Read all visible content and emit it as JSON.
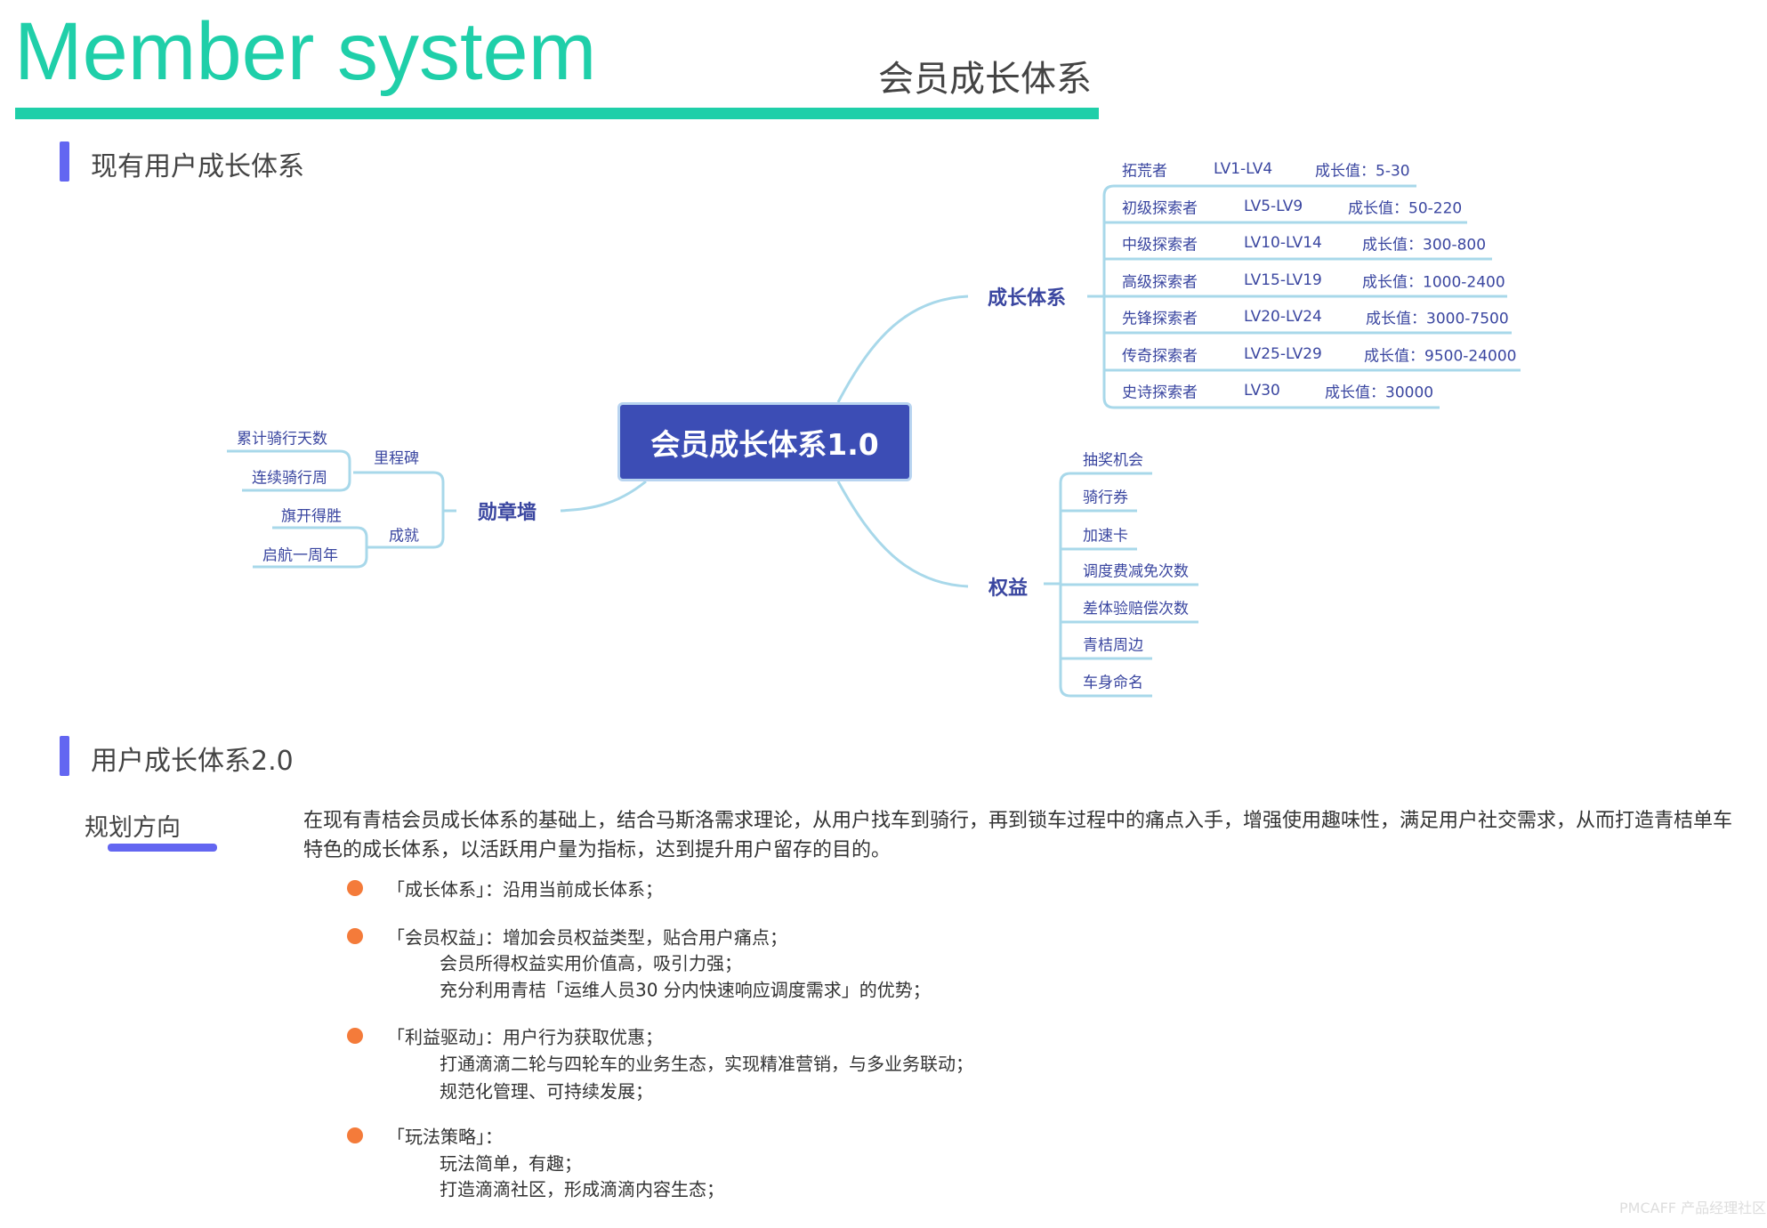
{
  "header": {
    "title": "Member system",
    "subtitle": "会员成长体系"
  },
  "section1": {
    "title": "现有用户成长体系"
  },
  "mindmap": {
    "center": "会员成长体系1.0",
    "growth": {
      "label": "成长体系",
      "levels": [
        {
          "name": "拓荒者",
          "range": "LV1-LV4",
          "value": "成长值：5-30"
        },
        {
          "name": "初级探索者",
          "range": "LV5-LV9",
          "value": "成长值：50-220"
        },
        {
          "name": "中级探索者",
          "range": "LV10-LV14",
          "value": "成长值：300-800"
        },
        {
          "name": "高级探索者",
          "range": "LV15-LV19",
          "value": "成长值：1000-2400"
        },
        {
          "name": "先锋探索者",
          "range": "LV20-LV24",
          "value": "成长值：3000-7500"
        },
        {
          "name": "传奇探索者",
          "range": "LV25-LV29",
          "value": "成长值：9500-24000"
        },
        {
          "name": "史诗探索者",
          "range": "LV30",
          "value": "成长值：30000"
        }
      ]
    },
    "rights": {
      "label": "权益",
      "items": [
        "抽奖机会",
        "骑行券",
        "加速卡",
        "调度费减免次数",
        "差体验赔偿次数",
        "青桔周边",
        "车身命名"
      ]
    },
    "medals": {
      "label": "勋章墙",
      "groups": [
        {
          "label": "里程碑",
          "items": [
            "累计骑行天数",
            "连续骑行周"
          ]
        },
        {
          "label": "成就",
          "items": [
            "旗开得胜",
            "启航一周年"
          ]
        }
      ]
    }
  },
  "section2": {
    "title": "用户成长体系2.0",
    "plan_label": "规划方向",
    "paragraph": "在现有青桔会员成长体系的基础上，结合马斯洛需求理论，从用户找车到骑行，再到锁车过程中的痛点入手，增强使用趣味性，满足用户社交需求，从而打造青桔单车特色的成长体系，以活跃用户量为指标，达到提升用户留存的目的。",
    "bullets": [
      {
        "head": "「成长体系」：沿用当前成长体系；",
        "subs": []
      },
      {
        "head": "「会员权益」：增加会员权益类型，贴合用户痛点；",
        "subs": [
          "会员所得权益实用价值高，吸引力强；",
          "充分利用青桔「运维人员30 分内快速响应调度需求」的优势；"
        ]
      },
      {
        "head": "「利益驱动」：用户行为获取优惠；",
        "subs": [
          "打通滴滴二轮与四轮车的业务生态，实现精准营销，与多业务联动；",
          "规范化管理、可持续发展；"
        ]
      },
      {
        "head": "「玩法策略」：",
        "subs": [
          "玩法简单，有趣；",
          "打造滴滴社区，形成滴滴内容生态；"
        ]
      }
    ]
  },
  "watermark": "PMCAFF 产品经理社区",
  "colors": {
    "accent": "#1fcfa9",
    "node": "#3c4db5",
    "line": "#a8d8ea",
    "bullet": "#f47b3a",
    "section": "#6366f1"
  }
}
